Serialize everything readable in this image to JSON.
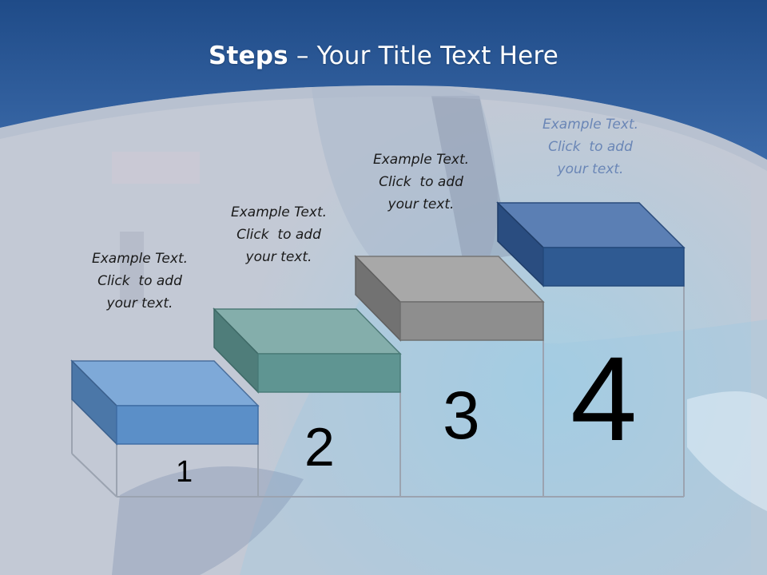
{
  "slide": {
    "title_bold": "Steps",
    "title_rest": " – Your Title Text Here"
  },
  "steps": [
    {
      "number": "1",
      "caption": [
        "Example Text.",
        "Click  to add",
        "your text."
      ],
      "color": "#5b8fc8"
    },
    {
      "number": "2",
      "caption": [
        "Example Text.",
        "Click  to add",
        "your text."
      ],
      "color": "#5f9592"
    },
    {
      "number": "3",
      "caption": [
        "Example Text.",
        "Click  to add",
        "your text."
      ],
      "color": "#8e8e8e"
    },
    {
      "number": "4",
      "caption": [
        "Example Text.",
        "Click  to add",
        "your text."
      ],
      "color": "#2f5a92"
    }
  ],
  "theme": {
    "header_blue": "#2c5b9a",
    "background": "#bfc6d3"
  }
}
